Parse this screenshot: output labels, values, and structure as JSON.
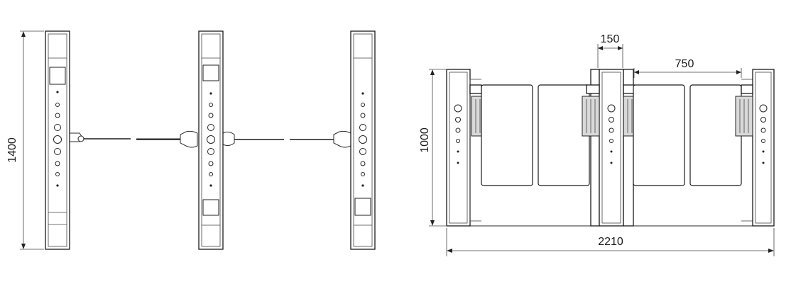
{
  "left_view": {
    "height_dimension": "1400"
  },
  "right_view": {
    "height_dimension": "1000",
    "post_width_dimension": "150",
    "passage_width_dimension": "750",
    "total_width_dimension": "2210"
  }
}
